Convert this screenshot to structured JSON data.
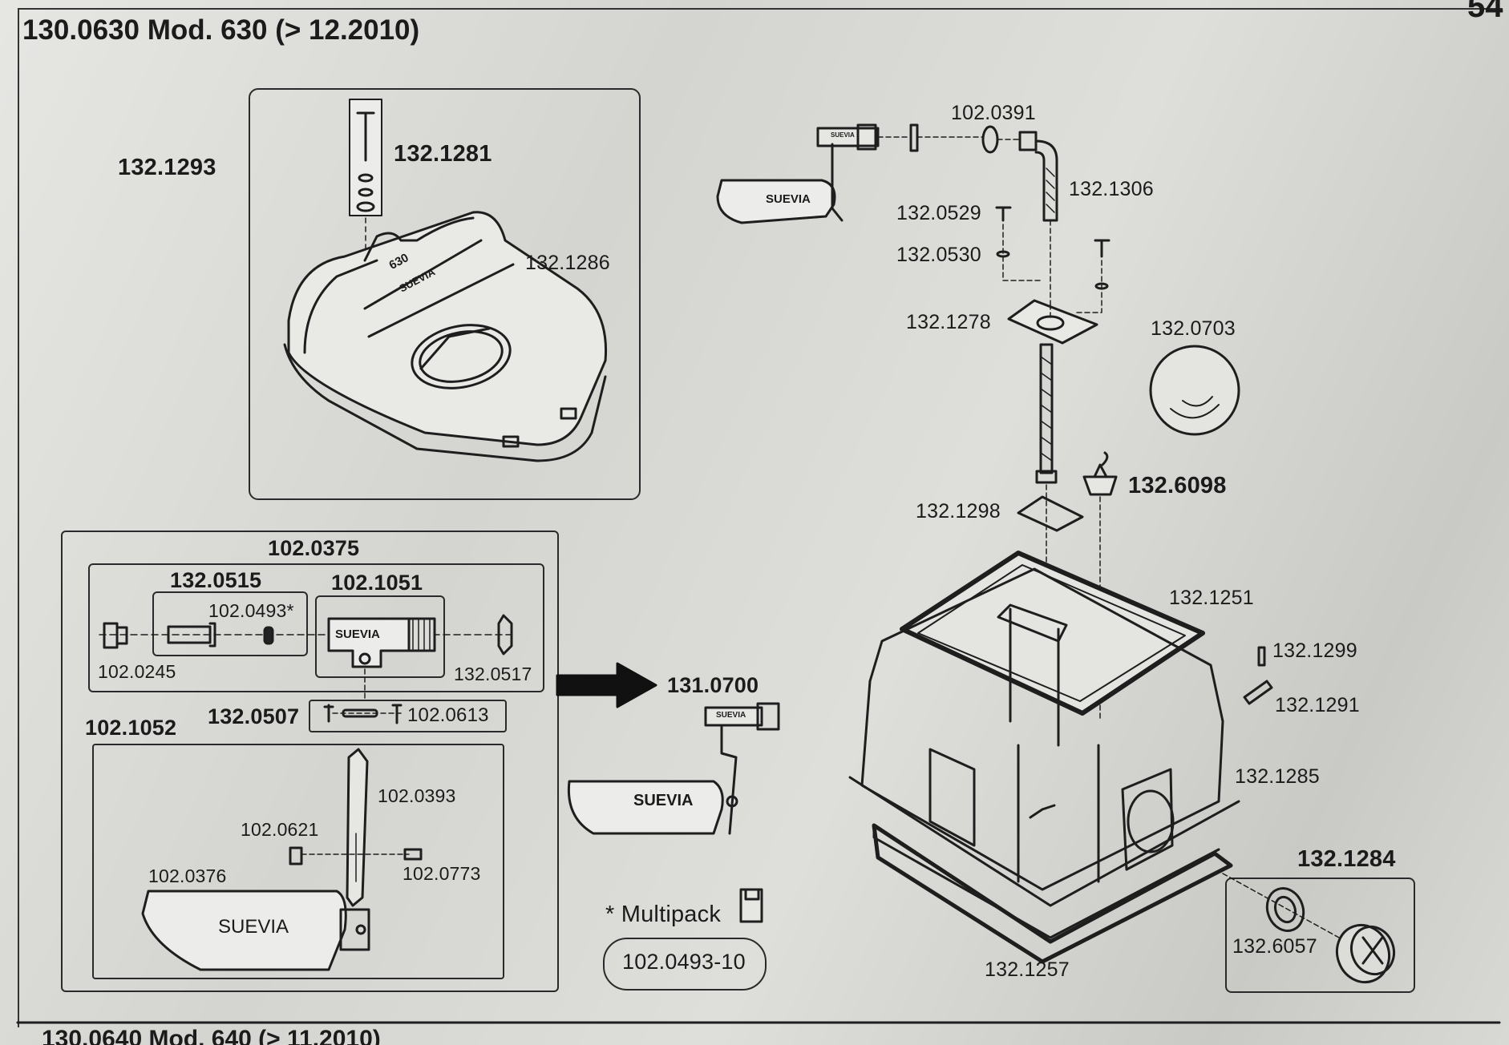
{
  "header": {
    "title": "130.0630 Mod. 630 (> 12.2010)",
    "corner": "54",
    "footer": "130.0640 Mod. 640 (> 11.2010)"
  },
  "parts": {
    "p1": "132.1293",
    "p2": "132.1281",
    "p3": "132.1286",
    "p4": "102.0391",
    "p5": "132.1306",
    "p6": "132.0529",
    "p7": "132.0530",
    "p8": "132.1278",
    "p9": "132.0703",
    "p10": "132.6098",
    "p11": "132.1298",
    "p12": "132.1251",
    "p13": "132.1299",
    "p14": "132.1291",
    "p15": "132.1285",
    "p16": "132.1284",
    "p17": "132.6057",
    "p18": "132.1257",
    "p19": "102.0375",
    "p20": "132.0515",
    "p21": "102.1051",
    "p22": "102.0493*",
    "p23": "102.0245",
    "p24": "132.0517",
    "p25": "132.0507",
    "p26": "102.0613",
    "p27": "102.1052",
    "p28": "102.0393",
    "p29": "102.0621",
    "p30": "102.0376",
    "p31": "102.0773",
    "p32": "131.0700"
  },
  "brand": {
    "suevia": "SUEVIA",
    "model_number": "630"
  },
  "multipack": {
    "label": "* Multipack",
    "code": "102.0493-10"
  }
}
